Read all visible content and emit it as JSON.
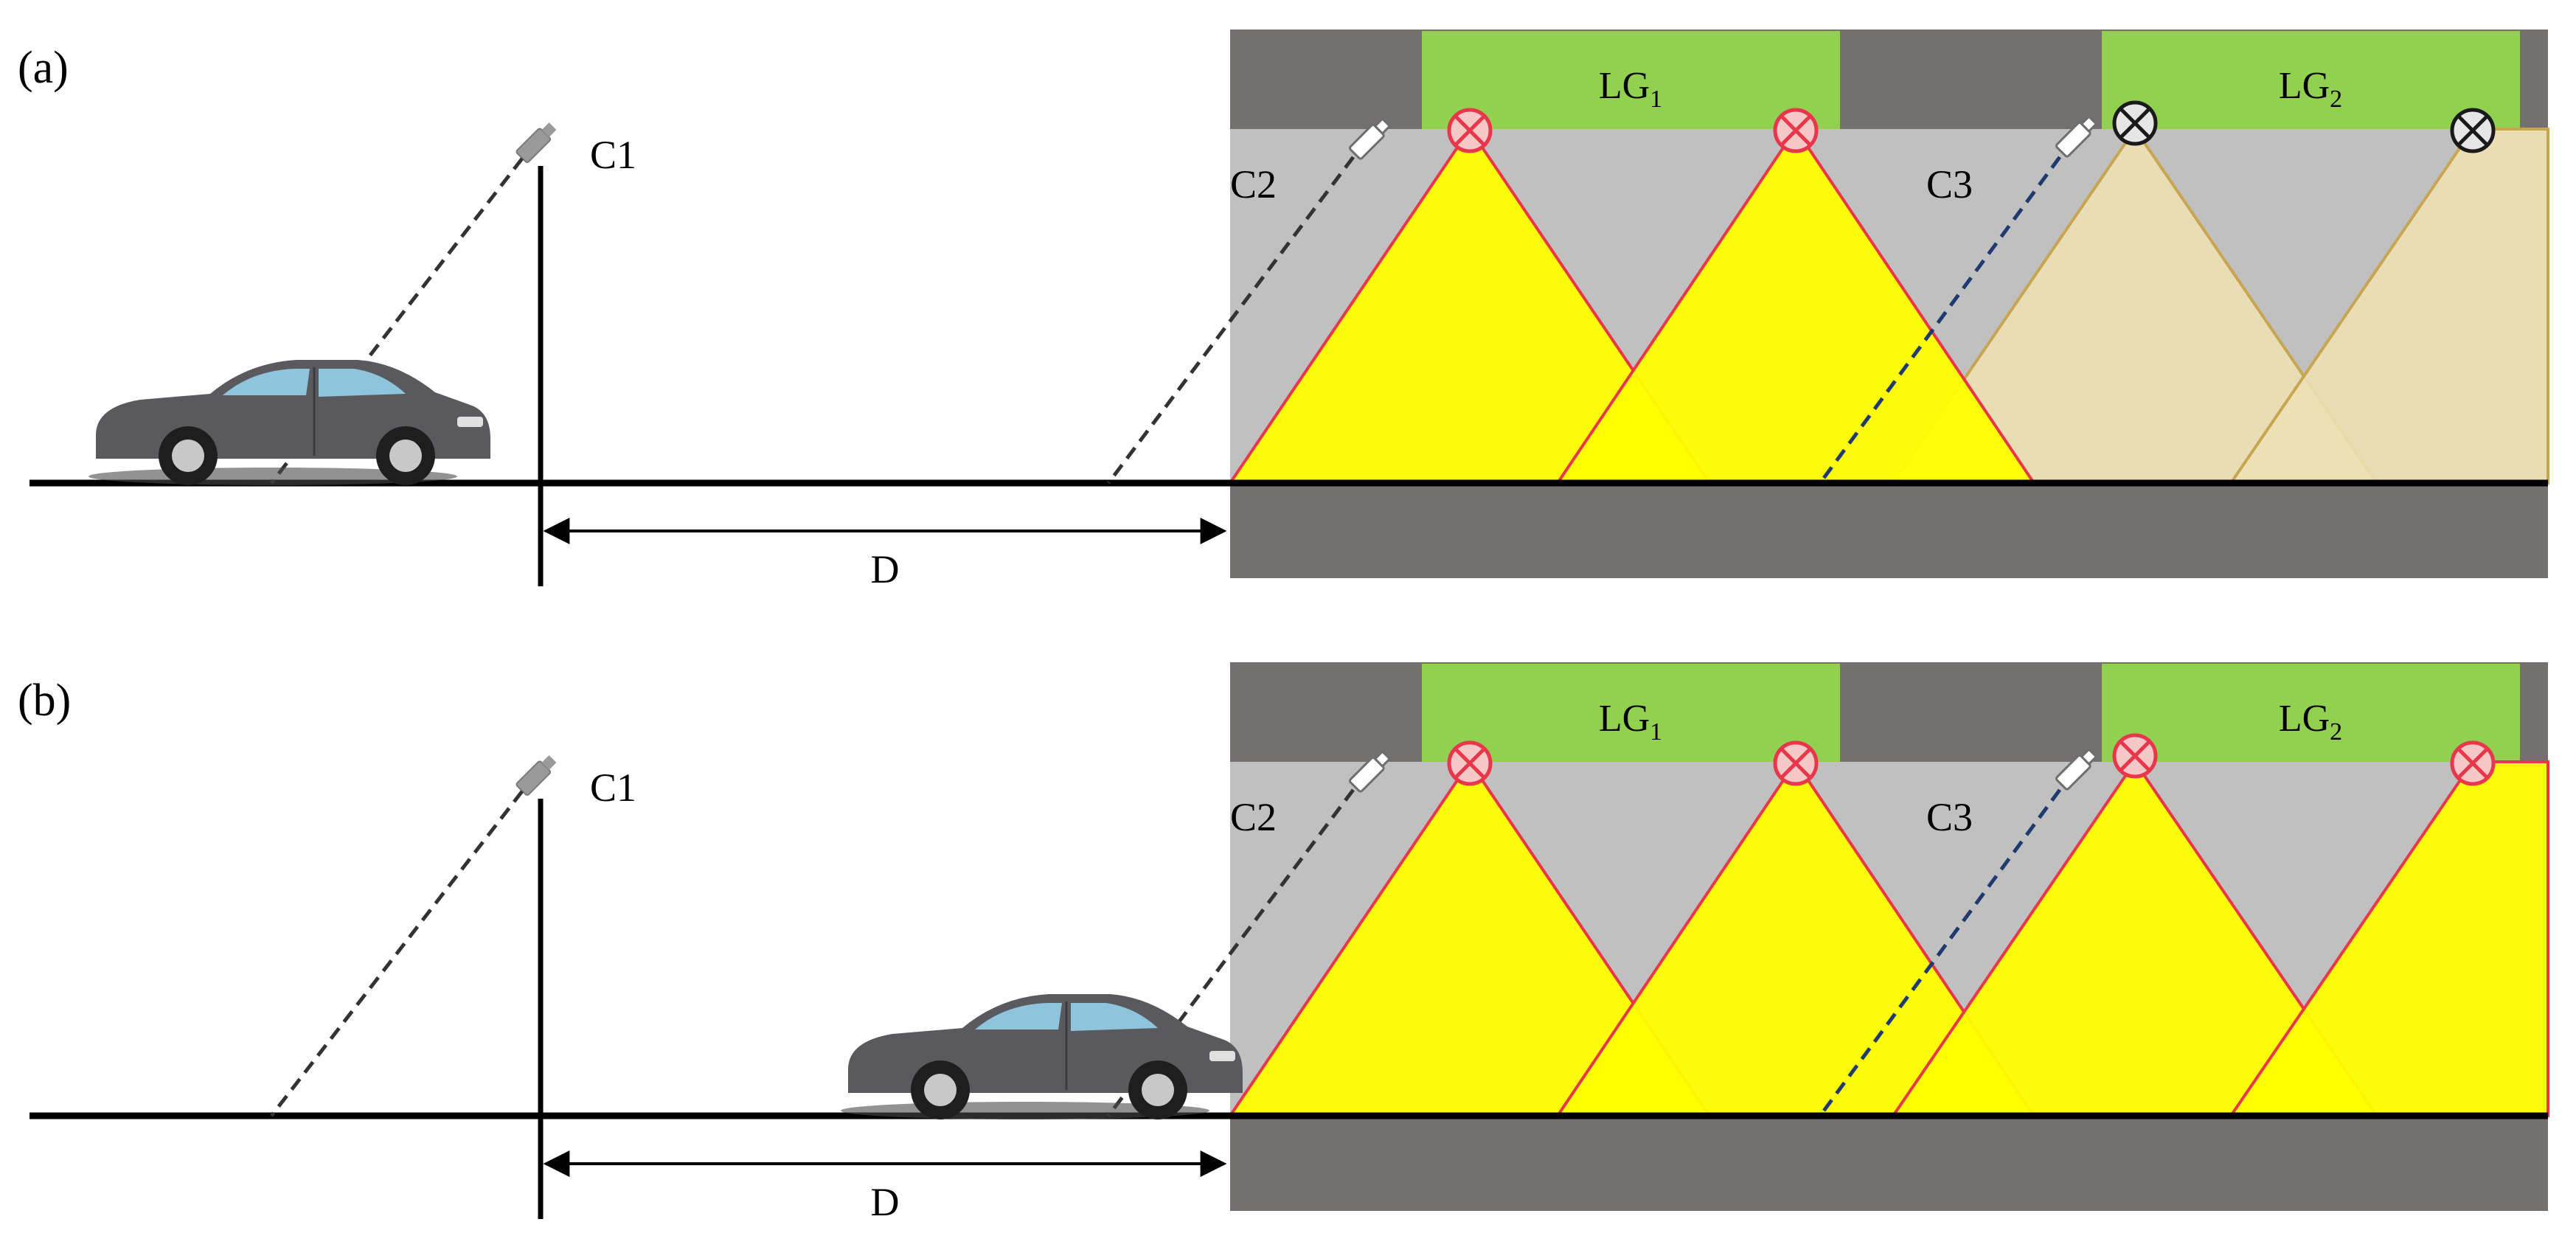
{
  "panels": [
    {
      "label": "(a)",
      "camera_labels": {
        "c1": "C1",
        "c2": "C2",
        "c3": "C3"
      },
      "distance_label": "D",
      "groups": [
        {
          "base": "LG",
          "sub": "1",
          "active": true
        },
        {
          "base": "LG",
          "sub": "2",
          "active": false
        }
      ],
      "vehicle_position": "before-pole"
    },
    {
      "label": "(b)",
      "camera_labels": {
        "c1": "C1",
        "c2": "C2",
        "c3": "C3"
      },
      "distance_label": "D",
      "groups": [
        {
          "base": "LG",
          "sub": "1",
          "active": true
        },
        {
          "base": "LG",
          "sub": "2",
          "active": true
        }
      ],
      "vehicle_position": "tunnel-entrance"
    }
  ],
  "colors": {
    "tunnel_wall": "#757070",
    "tunnel_interior": "#c0c0c0",
    "light_group": "#92d050",
    "beam_active": "#ffff00",
    "beam_inactive": "#ede0b4",
    "beam_edge_active": "#e8364a",
    "beam_edge_inactive": "#c8a550",
    "lamp_active": "#e8364a",
    "lamp_inactive": "#1a1a1a",
    "road": "#000000",
    "car_body": "#5a5a5e"
  }
}
